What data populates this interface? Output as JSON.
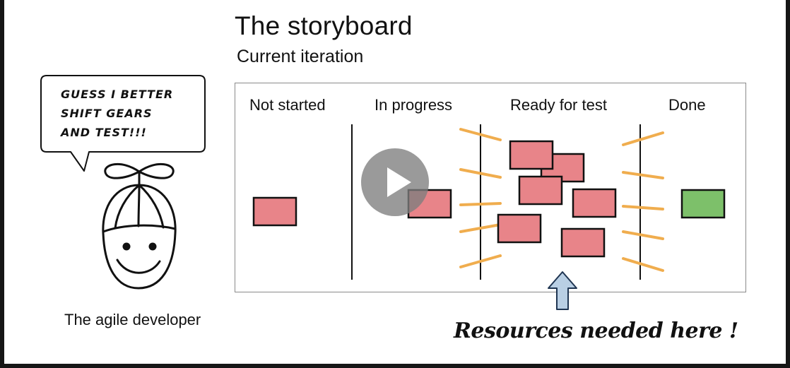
{
  "slide": {
    "title": "The storyboard",
    "subtitle": "Current iteration",
    "columns": [
      "Not started",
      "In progress",
      "Ready for test",
      "Done"
    ],
    "speech_bubble": [
      "Guess I better",
      "shift gears",
      "and test!!!"
    ],
    "character_caption": "The agile developer",
    "annotation": "Resources needed here !"
  },
  "colors": {
    "card_red": "#e88489",
    "card_green": "#7dc06a",
    "bottleneck_orange": "#f0ad4e",
    "arrow_blue": "#b9cfe4"
  },
  "video": {
    "play_icon": "play-icon"
  }
}
